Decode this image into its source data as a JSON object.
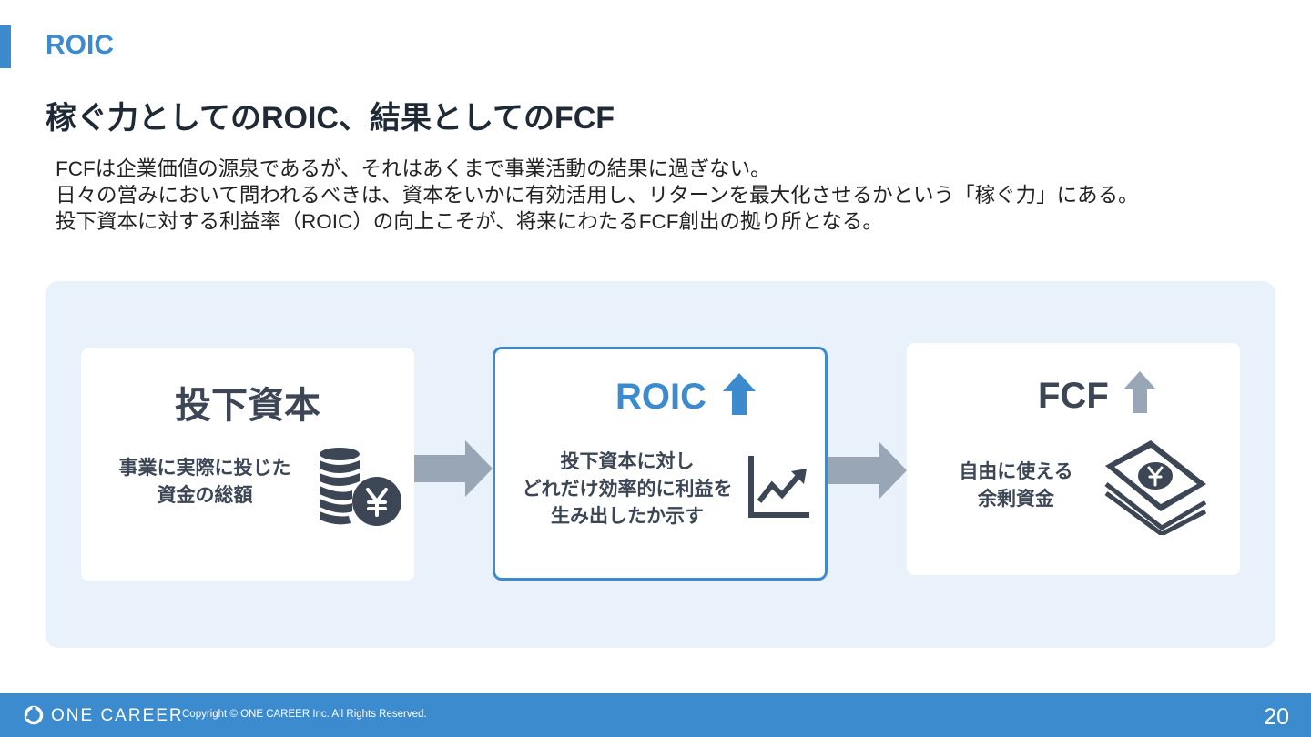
{
  "header": {
    "section_label": "ROIC",
    "title": "稼ぐ力としてのROIC、結果としてのFCF"
  },
  "intro": [
    "FCFは企業価値の源泉であるが、それはあくまで事業活動の結果に過ぎない。",
    "日々の営みにおいて問われるべきは、資本をいかに有効活用し、リターンを最大化させるかという「稼ぐ力」にある。",
    "投下資本に対する利益率（ROIC）の向上こそが、将来にわたるFCF創出の拠り所となる。"
  ],
  "flow": {
    "card1": {
      "title": "投下資本",
      "desc": [
        "事業に実際に投じた",
        "資金の総額"
      ],
      "icon": "coin-stack-yen-icon"
    },
    "card2": {
      "title": "ROIC",
      "desc": [
        "投下資本に対し",
        "どれだけ効率的に利益を",
        "生み出したか示す"
      ],
      "icon": "line-chart-icon",
      "arrow_icon": "up-arrow-icon"
    },
    "card3": {
      "title": "FCF",
      "desc": [
        "自由に使える",
        "余剰資金"
      ],
      "icon": "banknote-stack-yen-icon",
      "arrow_icon": "up-arrow-icon"
    }
  },
  "footer": {
    "logo": "ONE CAREER",
    "copyright": "Copyright © ONE CAREER Inc. All Rights Reserved.",
    "page_number": "20"
  },
  "colors": {
    "accent": "#3d8bcf",
    "panel": "#e9f1fb",
    "text_dark": "#3c4654",
    "arrow_gray": "#98a6b5"
  }
}
